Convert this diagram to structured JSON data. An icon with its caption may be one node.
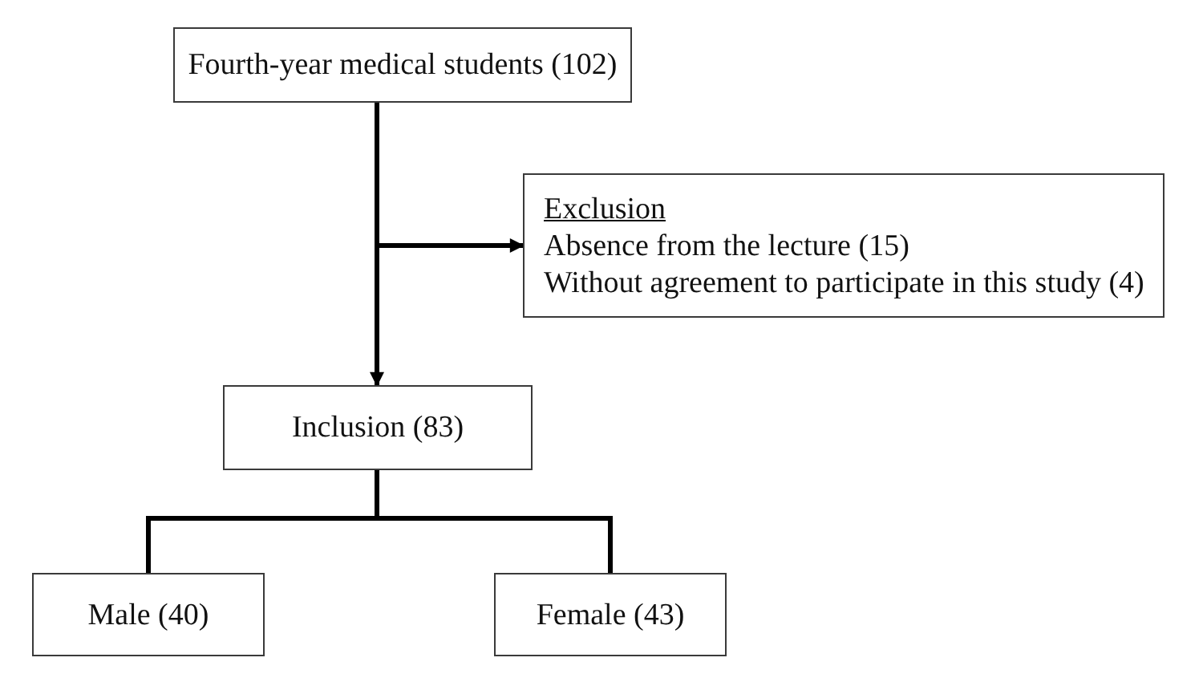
{
  "diagram": {
    "nodes": [
      {
        "text": [
          "Fourth-year medical students (102)"
        ]
      },
      {
        "text": [
          "Exclusion",
          "Absence from the lecture (15)",
          "Without agreement to participate in this study (4)"
        ]
      },
      {
        "text": [
          "Inclusion (83)"
        ]
      },
      {
        "text": [
          "Male (40)"
        ]
      },
      {
        "text": [
          "Female (43)"
        ]
      }
    ],
    "edges": [
      {
        "from": 0,
        "to": 2,
        "arrow": "to"
      },
      {
        "from": 0,
        "to": 1,
        "arrow": "to"
      },
      {
        "from": 2,
        "to": 3,
        "arrow": "none"
      },
      {
        "from": 2,
        "to": 4,
        "arrow": "none"
      }
    ]
  }
}
